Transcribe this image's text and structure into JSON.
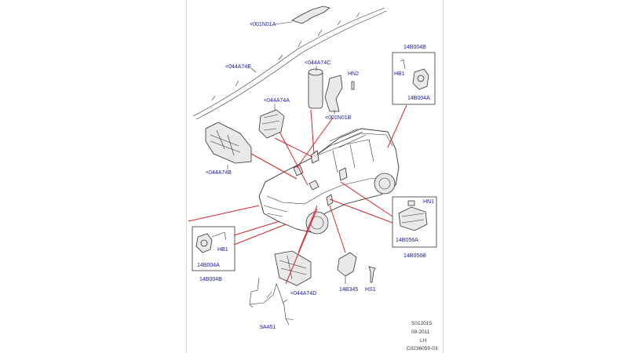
{
  "labels": {
    "curtain_upper": "<001N01A",
    "curtain_lower": "<044A74E",
    "side_airbag": "<044A74C",
    "hn2": "HN2",
    "bracket": "<001N01B",
    "driver_airbag": "<044A74A",
    "passenger_airbag": "<044A74B",
    "sensor_top_right_title": "14B004B",
    "sensor_top_right_hb1": "HB1",
    "sensor_top_right_code": "14B004A",
    "module_hn1": "HN1",
    "module_code": "14B056A",
    "module_title": "14B056B",
    "sensor_left_hb1": "HB1",
    "sensor_left_code": "14B004A",
    "sensor_left_title": "14B004B",
    "knee_airbag": "<044A74D",
    "harness": "9A451",
    "bracket_bottom": "14B345",
    "hs1": "HS1"
  },
  "footer": {
    "line1": "S012015",
    "line2": "09-2011",
    "line3": "LH",
    "line4": "C0236059-03"
  },
  "colors": {
    "leader_red": "#d8262b",
    "label_blue": "#1a1aa0"
  }
}
